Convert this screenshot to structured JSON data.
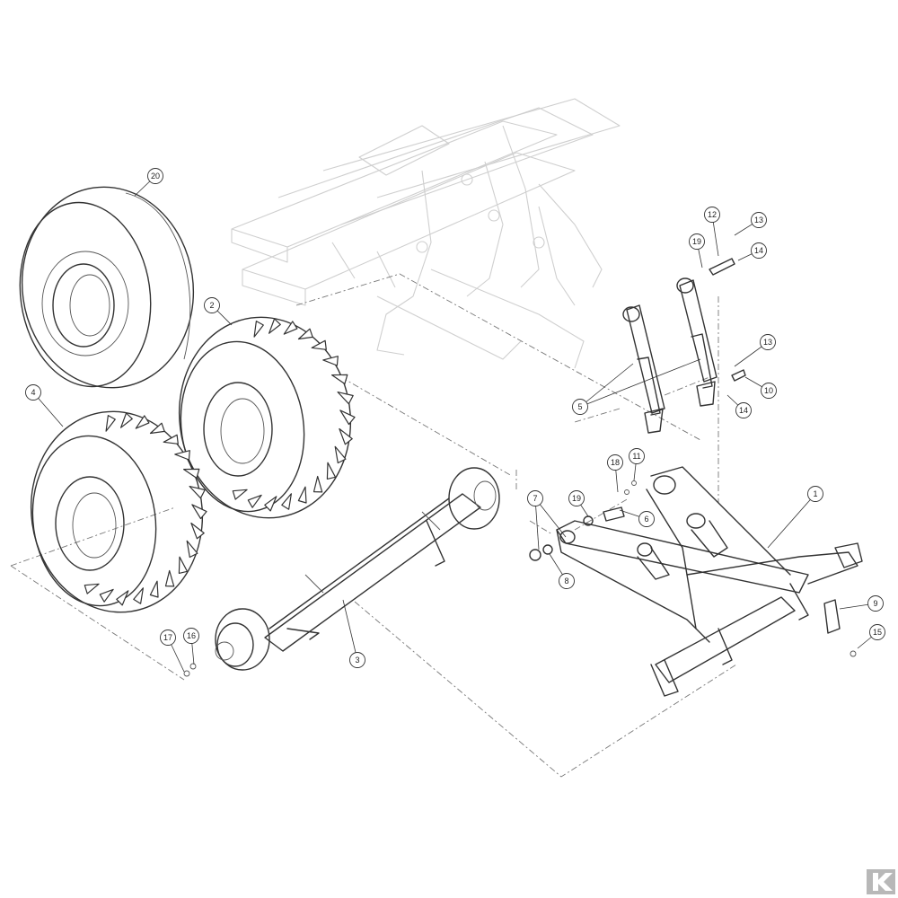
{
  "callouts": [
    {
      "id": "c20",
      "label": "20"
    },
    {
      "id": "c2",
      "label": "2"
    },
    {
      "id": "c4",
      "label": "4"
    },
    {
      "id": "c3",
      "label": "3"
    },
    {
      "id": "c17",
      "label": "17"
    },
    {
      "id": "c16",
      "label": "16"
    },
    {
      "id": "c12",
      "label": "12"
    },
    {
      "id": "c13a",
      "label": "13"
    },
    {
      "id": "c19a",
      "label": "19"
    },
    {
      "id": "c14a",
      "label": "14"
    },
    {
      "id": "c13b",
      "label": "13"
    },
    {
      "id": "c10",
      "label": "10"
    },
    {
      "id": "c14b",
      "label": "14"
    },
    {
      "id": "c5",
      "label": "5"
    },
    {
      "id": "c18",
      "label": "18"
    },
    {
      "id": "c11",
      "label": "11"
    },
    {
      "id": "c7",
      "label": "7"
    },
    {
      "id": "c19b",
      "label": "19"
    },
    {
      "id": "c6",
      "label": "6"
    },
    {
      "id": "c8",
      "label": "8"
    },
    {
      "id": "c1",
      "label": "1"
    },
    {
      "id": "c9",
      "label": "9"
    },
    {
      "id": "c15",
      "label": "15"
    }
  ],
  "colors": {
    "line": "#333333",
    "ghost": "#cfcfcf",
    "brand": "#b8b8b8"
  },
  "brand_icon": "k-logo-icon"
}
